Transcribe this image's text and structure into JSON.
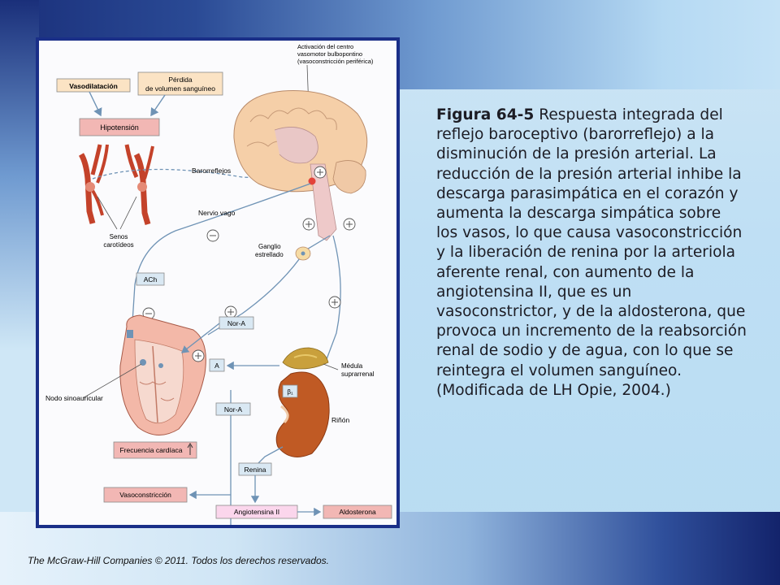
{
  "caption": {
    "label": "Figura 64-5",
    "text": "Respuesta integrada del reflejo baroceptivo (barorreflejo) a la disminución de la presión arterial. La reducción de la presión arterial inhibe la descarga parasimpática en el corazón y aumenta la descarga simpática sobre los vasos, lo que causa vasoconstricción y la liberación de renina por la arteriola aferente renal, con aumento de la angiotensina II, que es un vasoconstrictor, y de la aldosterona, que provoca un incremento de la reabsorción renal de sodio y de agua, con lo que se reintegra el volumen sanguíneo. (Modificada de LH Opie, 2004.)"
  },
  "footer": "The McGraw-Hill Companies © 2011. Todos los derechos reservados.",
  "diagram": {
    "vasodilatacion": "Vasodilatación",
    "perdida_1": "Pérdida",
    "perdida_2": "de volumen sanguíneo",
    "hipotension": "Hipotensión",
    "senos_1": "Senos",
    "senos_2": "carotídeos",
    "barorreflejos": "Barorreflejos",
    "activacion_1": "Activación del centro",
    "activacion_2": "vasomotor bulbopontino",
    "activacion_3": "(vasoconstricción periférica)",
    "nervio_vago": "Nervio vago",
    "ganglio_1": "Ganglio",
    "ganglio_2": "estrellado",
    "ach": "ACh",
    "nor_a": "Nor-A",
    "a": "A",
    "nodo": "Nodo sinoauricular",
    "medula_1": "Médula",
    "medula_2": "suprarrenal",
    "beta1": "β₁",
    "rinon": "Riñón",
    "frecuencia": "Frecuencia cardíaca",
    "renina": "Renina",
    "vasoconstriccion": "Vasoconstricción",
    "angiotensina": "Angiotensina II",
    "aldosterona": "Aldosterona"
  },
  "colors": {
    "nerve_line": "#6f93b5",
    "box_pink": "#f2b7b4",
    "box_tan": "#fbe3c4",
    "box_blue": "#d9e8f3",
    "frame": "#1a2f88"
  }
}
